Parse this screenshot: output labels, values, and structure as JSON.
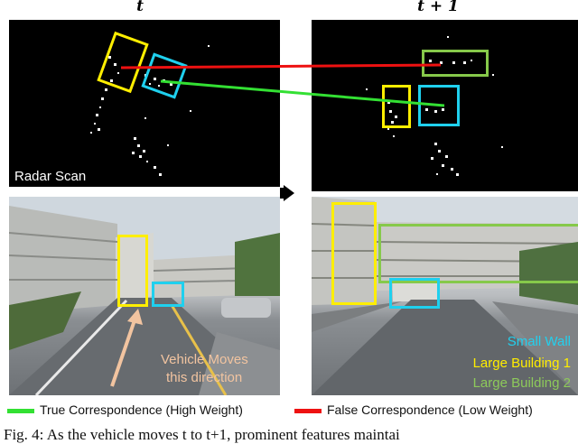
{
  "figure": {
    "label_t": "t",
    "label_t1": "t + 1",
    "radar_label": "Radar Scan",
    "vehicle_note_line1": "Vehicle Moves",
    "vehicle_note_line2": "this direction",
    "wall_label": "Small Wall",
    "building1_label": "Large Building 1",
    "building2_label": "Large Building 2",
    "legend_true": "True Correspondence (High Weight)",
    "legend_false": "False Correspondence (Low Weight)",
    "caption": "Fig. 4: As the vehicle moves t to t+1, prominent features maintai"
  },
  "colors": {
    "yellow": "#ffee00",
    "cyan": "#1fd0ee",
    "green_box": "#86c94a",
    "true_line": "#33e033",
    "false_line": "#ee1111",
    "arrow": "#f2c4a0",
    "wall_text": "#22d0ee",
    "b1_text": "#ffee00",
    "b2_text": "#8ec95a"
  }
}
